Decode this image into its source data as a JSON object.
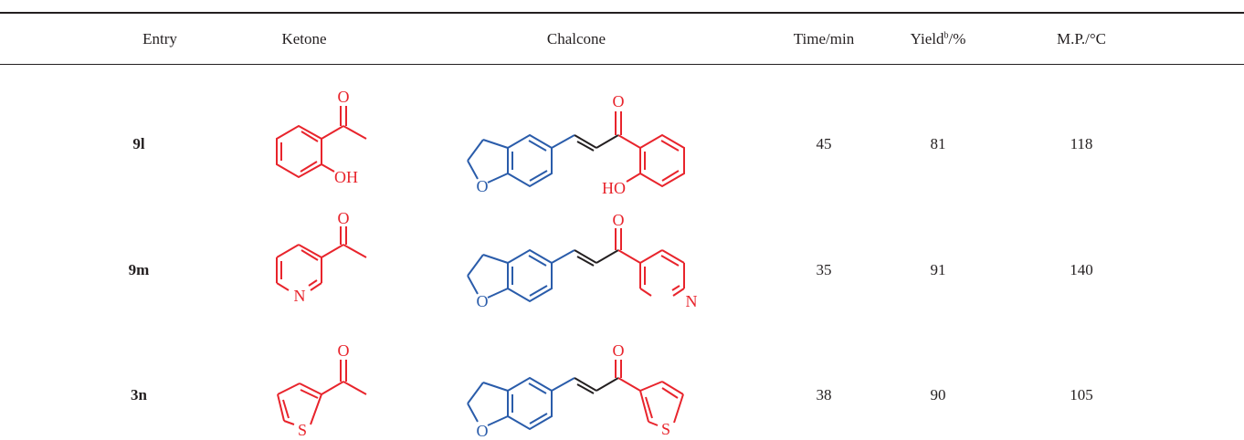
{
  "table": {
    "headers": {
      "entry": "Entry",
      "ketone": "Ketone",
      "chalcone": "Chalcone",
      "time": "Time/min",
      "yield_main": "Yield",
      "yield_sup": "b",
      "yield_unit": "/%",
      "mp": "M.P./°C"
    },
    "rows": [
      {
        "entry": "9l",
        "time": "45",
        "yield": "81",
        "mp": "118",
        "ketone_labels": {
          "o": "O",
          "sub": "OH"
        },
        "chalcone_labels": {
          "ring_o": "O",
          "co": "O",
          "sub": "HO"
        }
      },
      {
        "entry": "9m",
        "time": "35",
        "yield": "91",
        "mp": "140",
        "ketone_labels": {
          "o": "O",
          "het": "N"
        },
        "chalcone_labels": {
          "ring_o": "O",
          "co": "O",
          "het": "N"
        }
      },
      {
        "entry": "3n",
        "time": "38",
        "yield": "90",
        "mp": "105",
        "ketone_labels": {
          "o": "O",
          "het": "S"
        },
        "chalcone_labels": {
          "ring_o": "O",
          "co": "O",
          "het": "S"
        }
      }
    ]
  },
  "colors": {
    "ketone": "#e8242c",
    "benzofuran": "#2a5caa",
    "text": "#231f20"
  }
}
